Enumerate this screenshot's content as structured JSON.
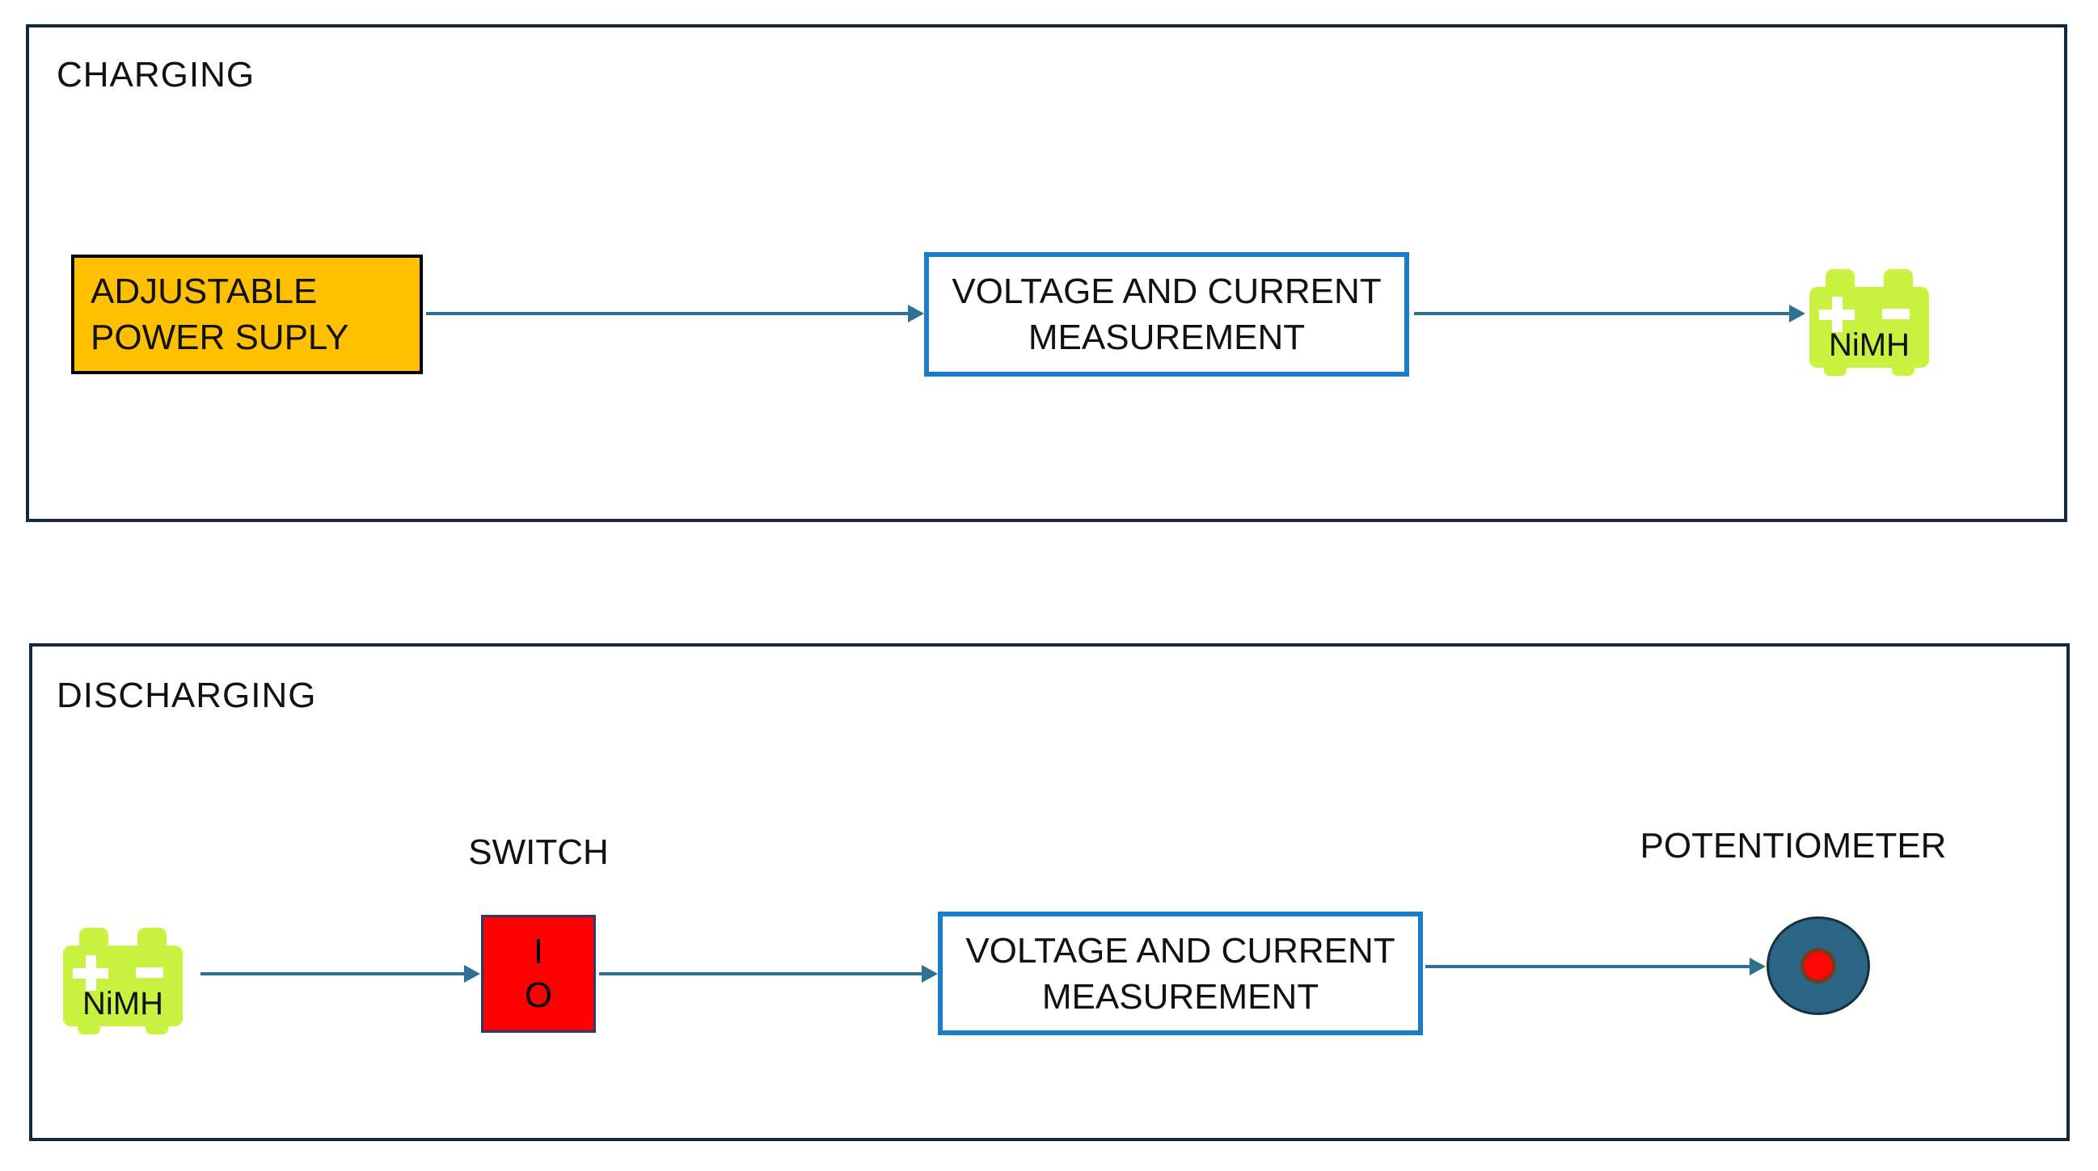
{
  "diagram": {
    "charging": {
      "title": "CHARGING",
      "power_supply": {
        "line1": "ADJUSTABLE",
        "line2": "POWER SUPLY"
      },
      "measurement": {
        "line1": "VOLTAGE AND CURRENT",
        "line2": "MEASUREMENT"
      },
      "battery_label": "NiMH"
    },
    "discharging": {
      "title": "DISCHARGING",
      "battery_label": "NiMH",
      "switch_label": "SWITCH",
      "switch_on": "I",
      "switch_off": "O",
      "measurement": {
        "line1": "VOLTAGE AND CURRENT",
        "line2": "MEASUREMENT"
      },
      "potentiometer_label": "POTENTIOMETER"
    }
  },
  "colors": {
    "panel_border": "#16293B",
    "power_supply_fill": "#FFC000",
    "measurement_border": "#1B7CC9",
    "arrow": "#2E7195",
    "battery_fill": "#C9F13F",
    "switch_fill": "#FF0000",
    "switch_border": "#2B3A6B",
    "potentiometer_fill": "#2B6585",
    "potentiometer_dot": "#FF0606",
    "potentiometer_dot_ring": "#7A3A17"
  }
}
